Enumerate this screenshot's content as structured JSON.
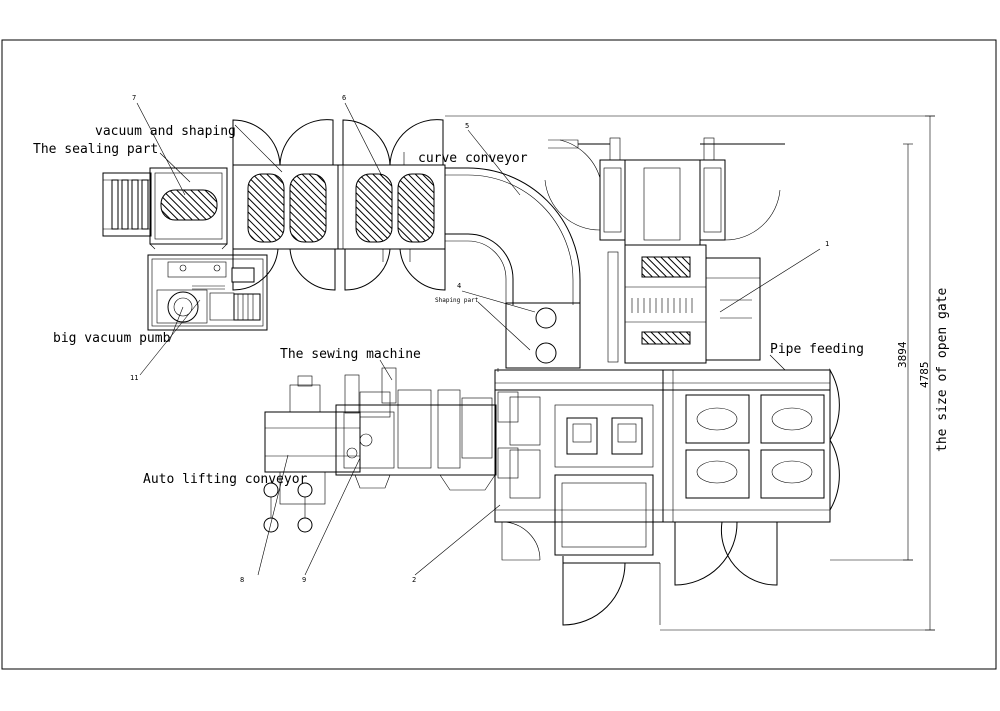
{
  "labels": {
    "vacuum_shaping": "vacuum and shaping",
    "sealing_part": "The sealing part",
    "curve_conveyor": "curve conveyor",
    "shaping_part": "Shaping part",
    "big_vacuum_pump": "big vacuum pumb",
    "sewing_machine": "The sewing machine",
    "pipe_feeding": "Pipe feeding",
    "auto_lifting_conveyor": "Auto lifting conveyor",
    "open_gate": "the size of open gate"
  },
  "callouts": {
    "n1": "1",
    "n2": "2",
    "n4": "4",
    "n5": "5",
    "n6": "6",
    "n7": "7",
    "n8": "8",
    "n9": "9",
    "n11": "11"
  },
  "dimensions": {
    "d1": "3894",
    "d2": "4785"
  }
}
